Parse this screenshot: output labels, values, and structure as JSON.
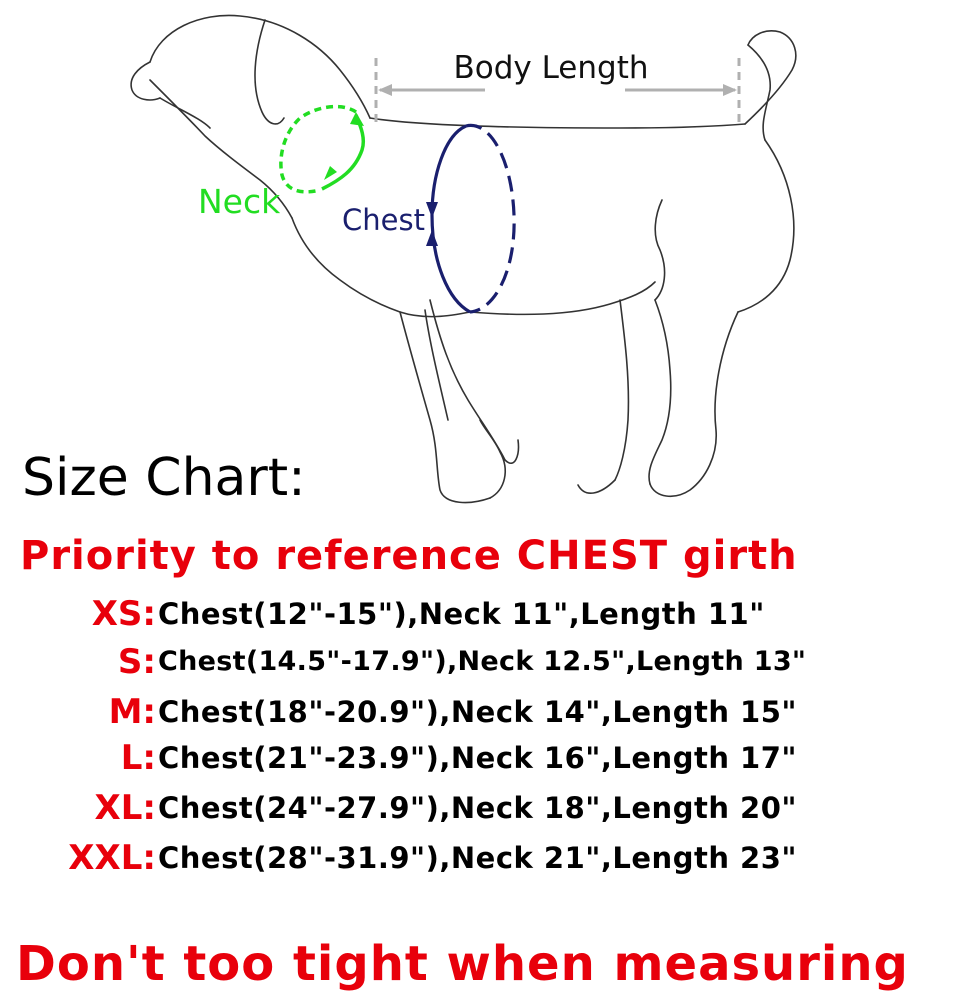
{
  "diagram": {
    "body_length_label": "Body Length",
    "neck_label": "Neck",
    "chest_label": "Chest",
    "colors": {
      "neck": "#22dd22",
      "chest": "#1a1f6e",
      "body_length": "#b0b0b0",
      "outline": "#333333"
    }
  },
  "title": "Size Chart:",
  "priority_note": "Priority to reference CHEST girth",
  "sizes": [
    {
      "size": "XS:",
      "spec": "Chest(12\"-15\"),Neck 11\",Length 11\""
    },
    {
      "size": "S:",
      "spec": "Chest(14.5\"-17.9\"),Neck 12.5\",Length 13\""
    },
    {
      "size": "M:",
      "spec": "Chest(18\"-20.9\"),Neck 14\",Length 15\""
    },
    {
      "size": "L:",
      "spec": "Chest(21\"-23.9\"),Neck 16\",Length 17\""
    },
    {
      "size": "XL:",
      "spec": "Chest(24\"-27.9\"),Neck 18\",Length 20\""
    },
    {
      "size": "XXL:",
      "spec": "Chest(28\"-31.9\"),Neck 21\",Length 23\""
    }
  ],
  "warning": "Don't too tight when measuring",
  "accent_color": "#e8000b"
}
